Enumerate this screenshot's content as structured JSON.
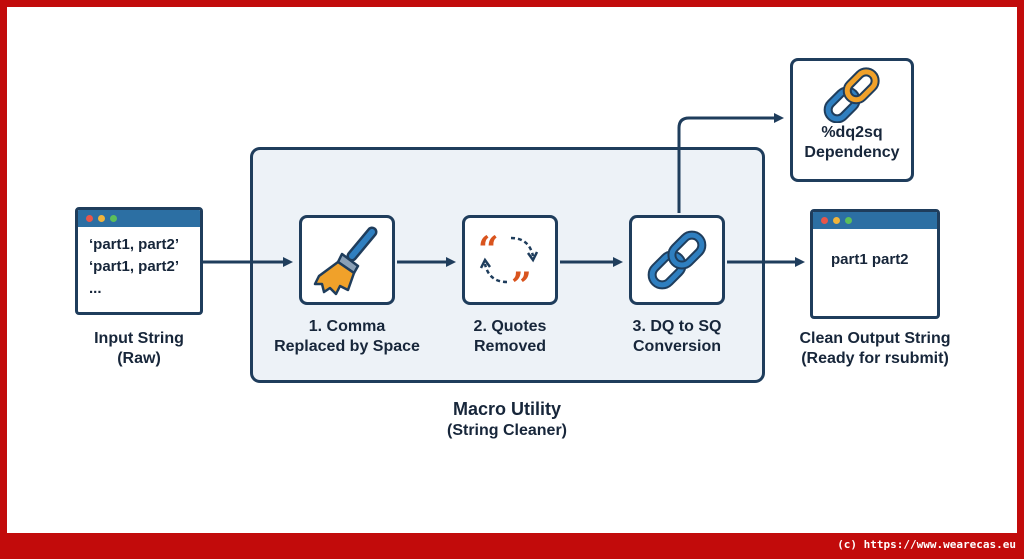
{
  "input": {
    "lines": [
      "‘part1, part2’",
      "‘part1, part2’",
      "..."
    ],
    "label_line1": "Input String",
    "label_line2": "(Raw)"
  },
  "steps": [
    {
      "label_line1": "1. Comma",
      "label_line2": "Replaced by Space",
      "icon": "brush-icon"
    },
    {
      "label_line1": "2. Quotes",
      "label_line2": "Removed",
      "icon": "quotes-cycle-icon"
    },
    {
      "label_line1": "3. DQ to SQ",
      "label_line2": "Conversion",
      "icon": "chain-link-icon"
    }
  ],
  "macro": {
    "title": "Macro Utility",
    "subtitle": "(String Cleaner)"
  },
  "dependency": {
    "line1": "%dq2sq",
    "line2": "Dependency",
    "icon": "chain-link-icon"
  },
  "output": {
    "text": "part1 part2",
    "label_line1": "Clean Output String",
    "label_line2": "(Ready for rsubmit)"
  },
  "footer": {
    "copyright": "(c) https://www.wearecas.eu"
  },
  "colors": {
    "frame": "#c20b0b",
    "navy": "#1f3d5c",
    "window_bar": "#2c6fa3",
    "panel": "#edf2f7",
    "accent_orange": "#d9541e",
    "accent_blue": "#2f7fc0"
  }
}
